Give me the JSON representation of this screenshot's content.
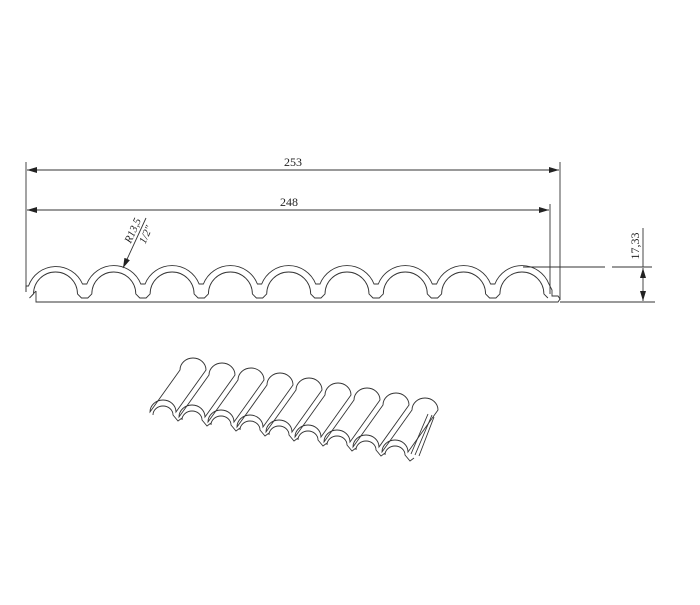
{
  "drawing": {
    "dim_total_width": "253",
    "dim_inner_width": "248",
    "dim_height": "17,33",
    "radius_label": "R13,5",
    "radius_sub_label": "1/2\"",
    "hump_count": 9,
    "line_color": "#333333"
  }
}
